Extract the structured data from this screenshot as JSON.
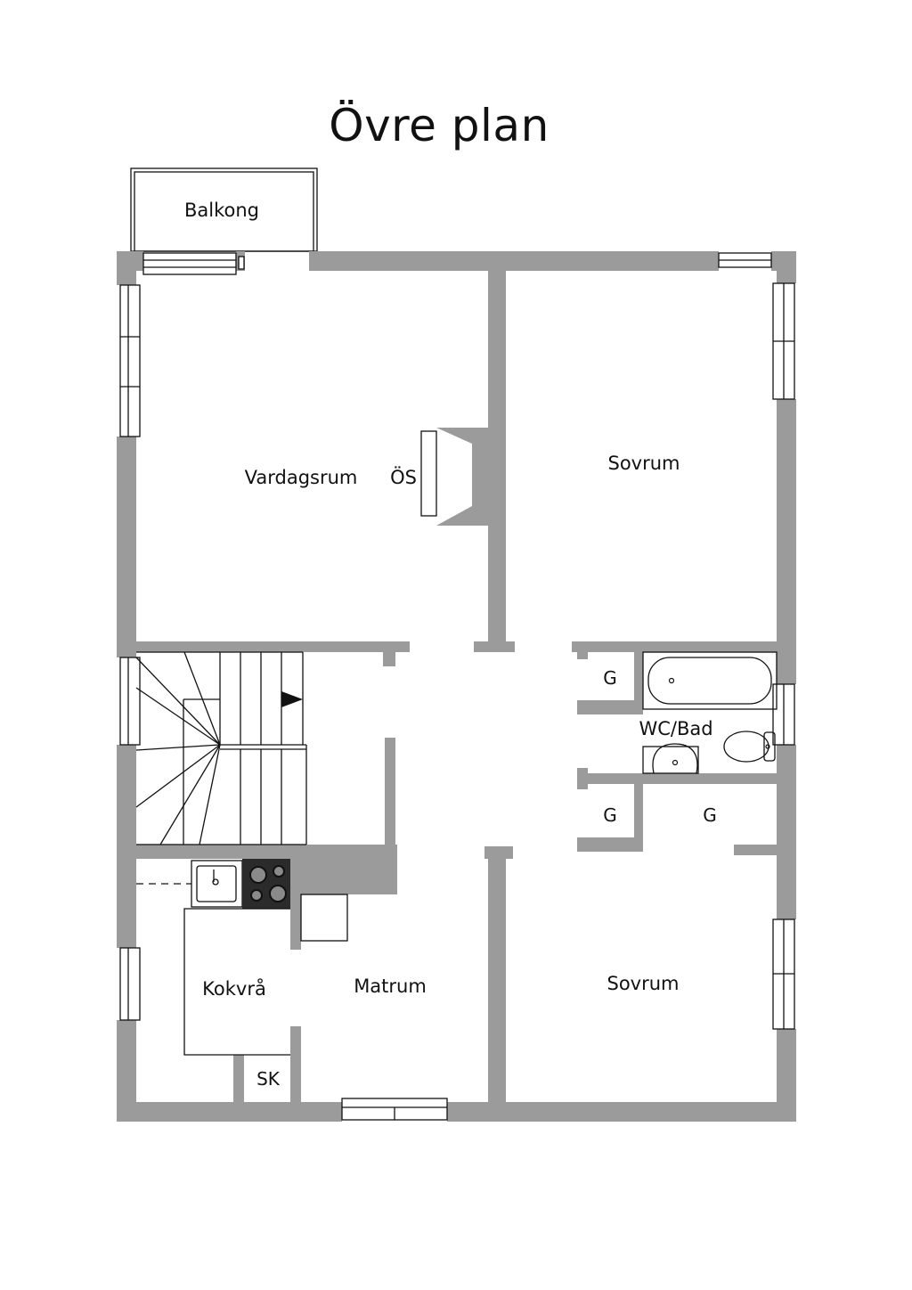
{
  "plan": {
    "title": "Övre plan",
    "wall_color": "#9b9b9b",
    "line_color": "#111111",
    "rooms": {
      "balkong": "Balkong",
      "vardagsrum": "Vardagsrum",
      "os": "ÖS",
      "sovrum_top": "Sovrum",
      "wc_bad": "WC/Bad",
      "g1": "G",
      "g2": "G",
      "g3": "G",
      "kokvra": "Kokvrå",
      "matrum": "Matrum",
      "sk": "SK",
      "sovrum_bottom": "Sovrum"
    }
  }
}
